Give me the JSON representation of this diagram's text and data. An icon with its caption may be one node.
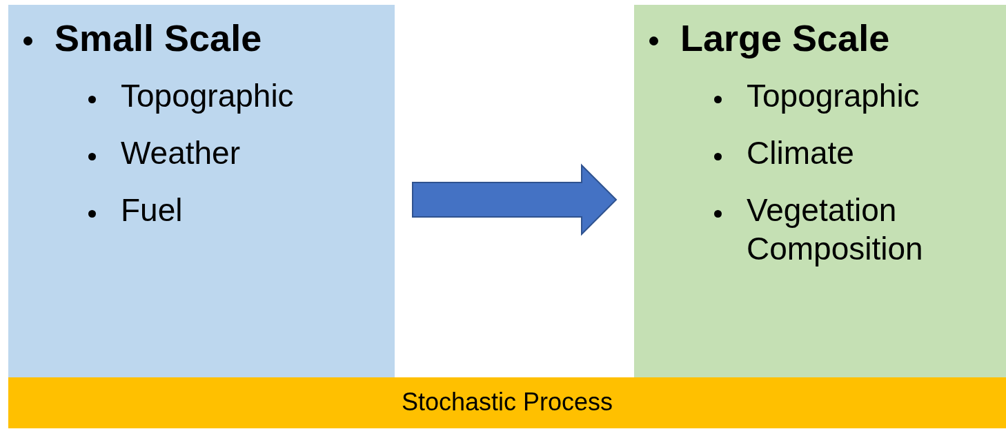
{
  "diagram": {
    "nodes": [
      {
        "text": [
          "Small Scale",
          "Topographic",
          "Weather",
          "Fuel"
        ]
      },
      {
        "text": [
          "Large Scale",
          "Topographic",
          "Climate",
          "Vegetation Composition"
        ]
      },
      {
        "text": [
          "Stochastic Process"
        ]
      }
    ],
    "edges": [
      {
        "from": 0,
        "to": 1,
        "arrow": "to"
      }
    ]
  }
}
